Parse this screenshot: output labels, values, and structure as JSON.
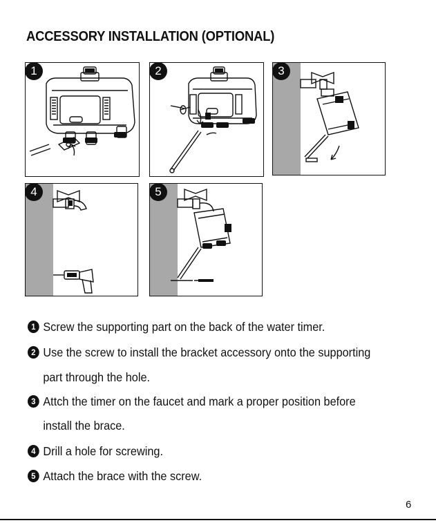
{
  "page": {
    "title": "ACCESSORY INSTALLATION (OPTIONAL)",
    "page_number": "6"
  },
  "panels": [
    {
      "badge": "1"
    },
    {
      "badge": "2"
    },
    {
      "badge": "3"
    },
    {
      "badge": "4"
    },
    {
      "badge": "5"
    }
  ],
  "steps": [
    {
      "num": "1",
      "lines": [
        "Screw the supporting part on the back of the water timer."
      ]
    },
    {
      "num": "2",
      "lines": [
        "Use the screw to install the bracket accessory onto the supporting",
        "part through the hole."
      ]
    },
    {
      "num": "3",
      "lines": [
        "Attch the timer on the faucet and mark a proper position before",
        "install the brace."
      ]
    },
    {
      "num": "4",
      "lines": [
        "Drill a hole for screwing."
      ]
    },
    {
      "num": "5",
      "lines": [
        "Attach the brace with the screw."
      ]
    }
  ],
  "colors": {
    "ink": "#111111",
    "wall": "#a8a8a8",
    "paper": "#ffffff"
  }
}
